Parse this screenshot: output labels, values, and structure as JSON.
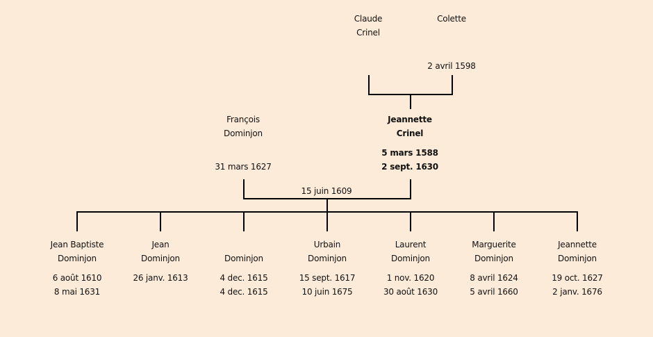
{
  "grandparents": {
    "father": {
      "first": "Claude",
      "last": "Crinel"
    },
    "mother": {
      "first": "Colette",
      "death": "2 avril 1598"
    }
  },
  "parents": {
    "father": {
      "first": "François",
      "last": "Dominjon",
      "death": "31 mars 1627"
    },
    "mother": {
      "first": "Jeannette",
      "last": "Crinel",
      "birth": "5 mars 1588",
      "death": "2 sept. 1630"
    },
    "marriage": "15 juin 1609"
  },
  "children": [
    {
      "first": "Jean Baptiste",
      "last": "Dominjon",
      "birth": "6 août 1610",
      "death": "8 mai 1631"
    },
    {
      "first": "Jean",
      "last": "Dominjon",
      "birth": "26 janv. 1613",
      "death": ""
    },
    {
      "first": "",
      "last": "Dominjon",
      "birth": "4 dec. 1615",
      "death": "4 dec. 1615"
    },
    {
      "first": "Urbain",
      "last": "Dominjon",
      "birth": "15 sept. 1617",
      "death": "10 juin 1675"
    },
    {
      "first": "Laurent",
      "last": "Dominjon",
      "birth": "1 nov. 1620",
      "death": "30 août 1630"
    },
    {
      "first": "Marguerite",
      "last": "Dominjon",
      "birth": "8 avril 1624",
      "death": "5 avril 1660"
    },
    {
      "first": "Jeannette",
      "last": "Dominjon",
      "birth": "19 oct. 1627",
      "death": "2 janv. 1676"
    }
  ]
}
